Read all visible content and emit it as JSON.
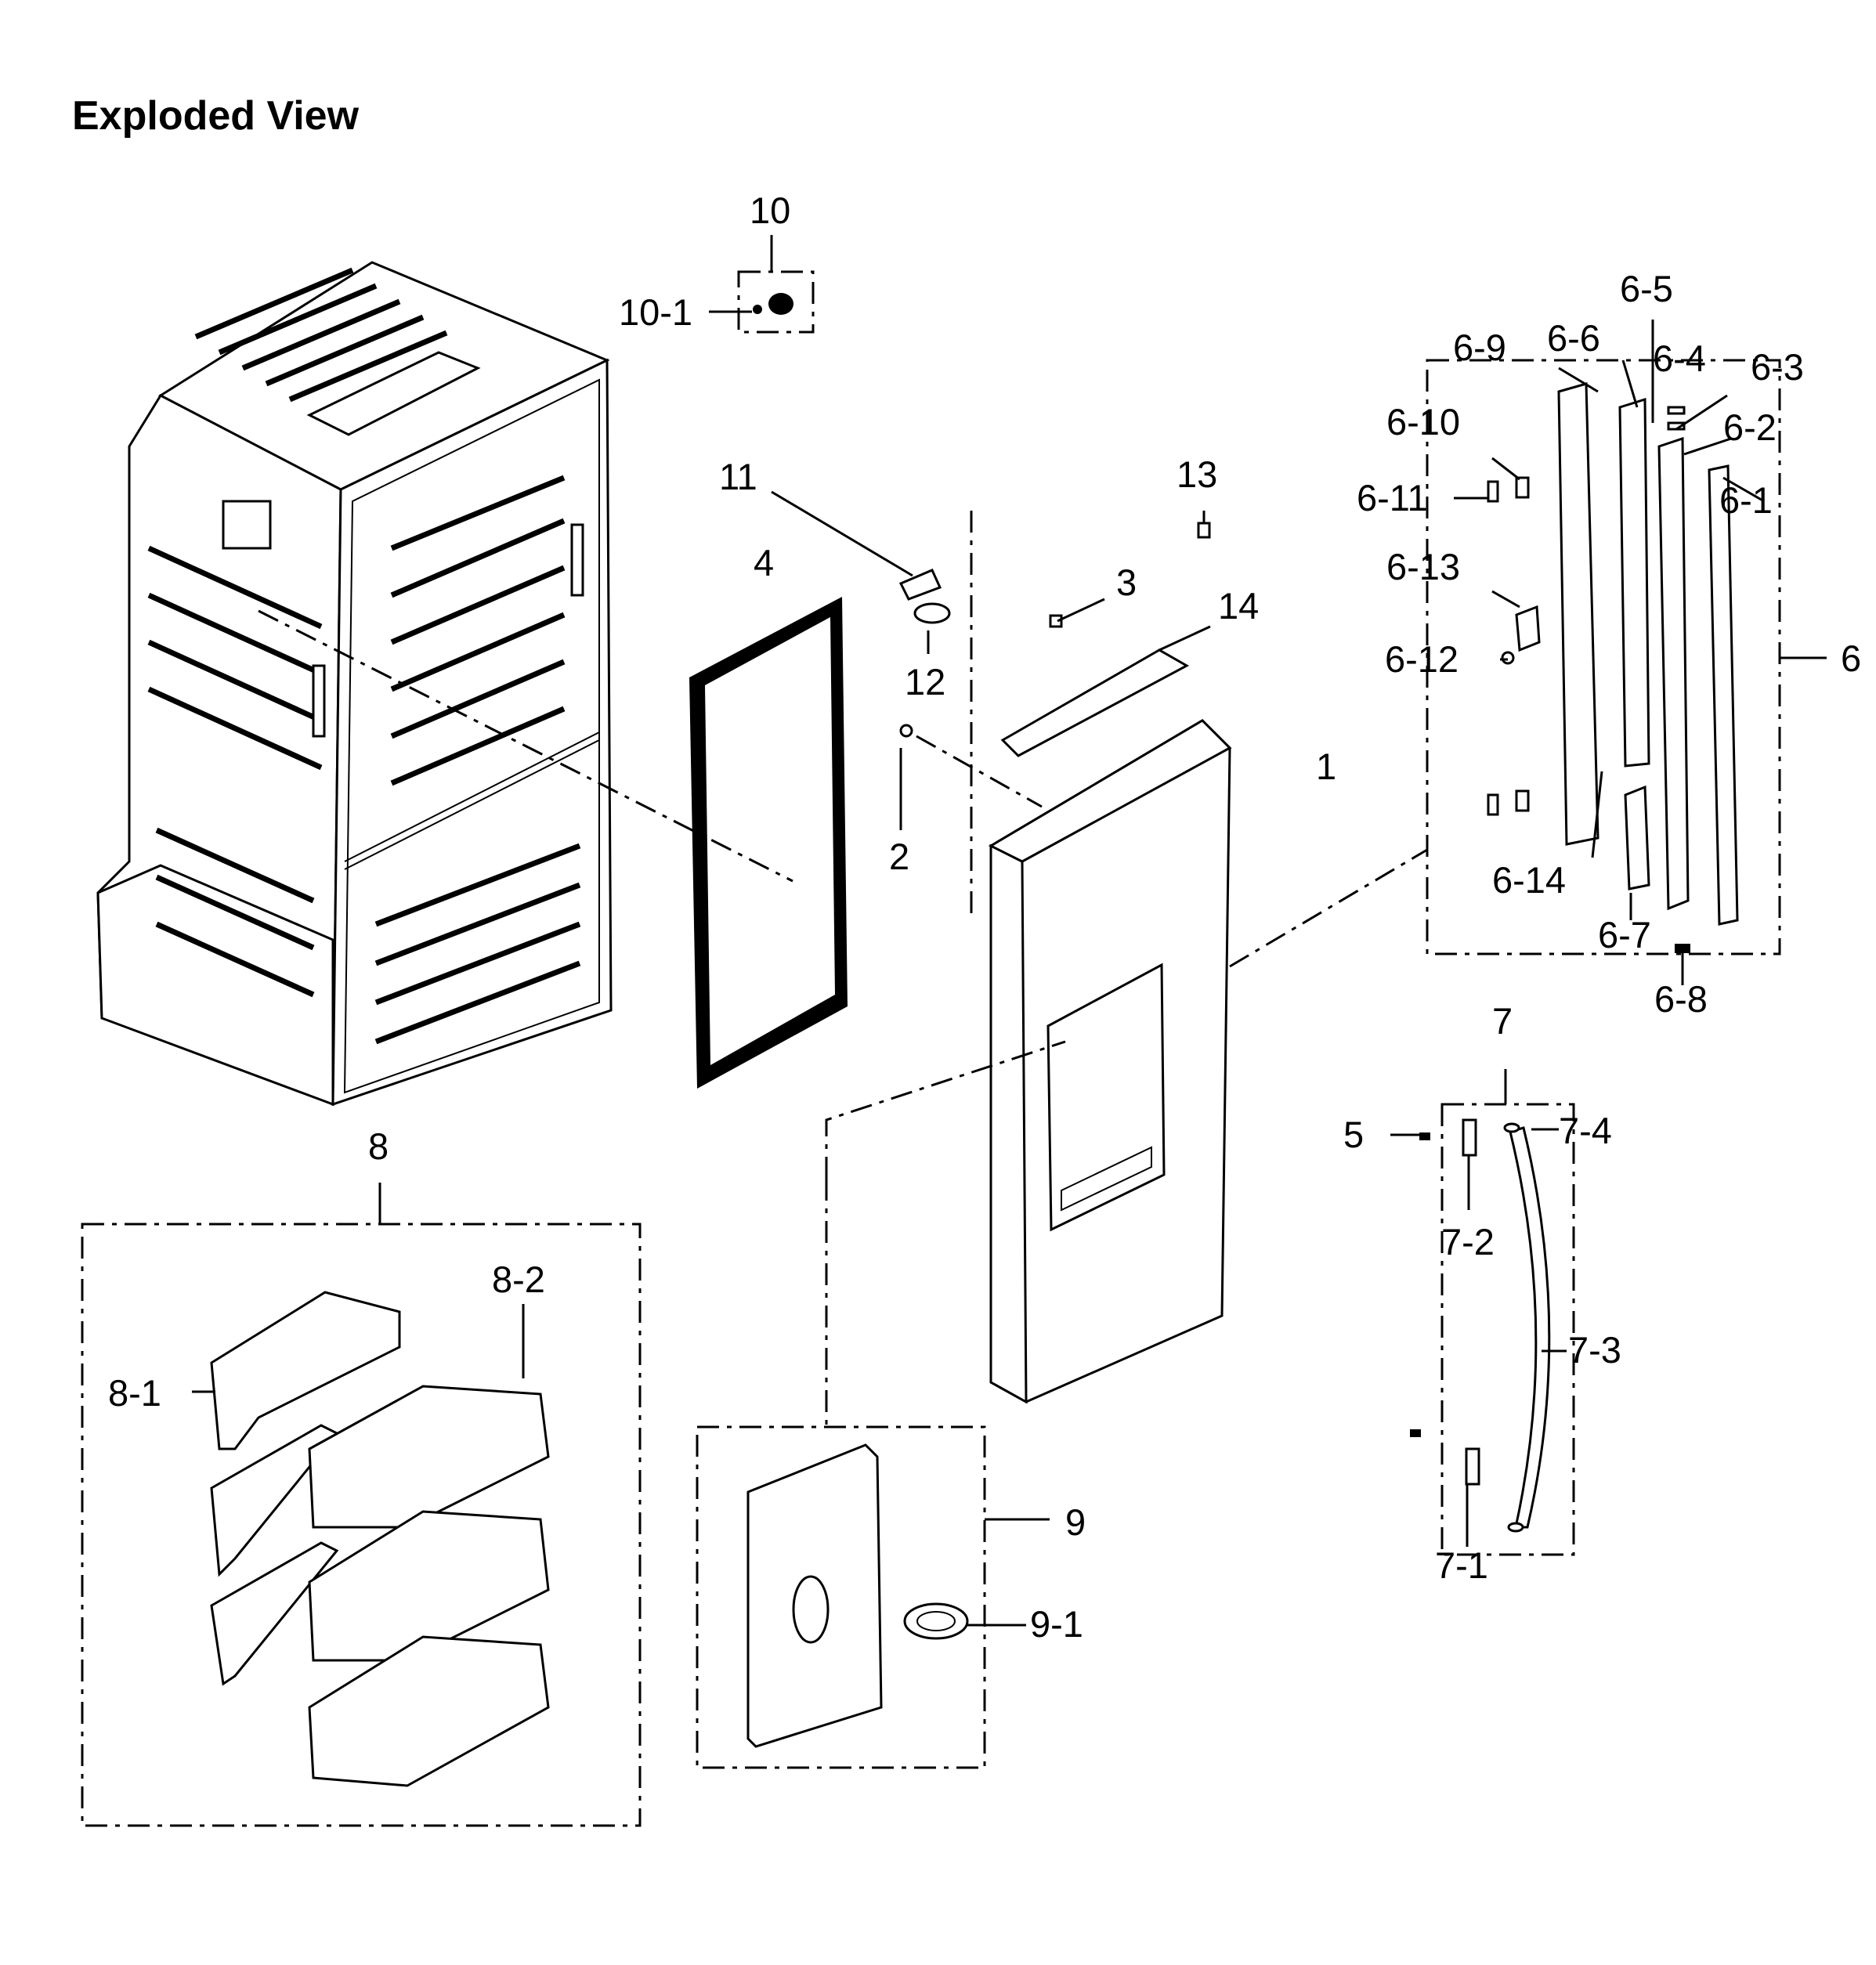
{
  "title": "Exploded View",
  "colors": {
    "ink": "#000000",
    "paper": "#ffffff"
  },
  "callouts": {
    "p1": "1",
    "p2": "2",
    "p3": "3",
    "p4": "4",
    "p5": "5",
    "p6": "6",
    "p6_1": "6-1",
    "p6_2": "6-2",
    "p6_3": "6-3",
    "p6_4": "6-4",
    "p6_5": "6-5",
    "p6_6": "6-6",
    "p6_7": "6-7",
    "p6_8": "6-8",
    "p6_9": "6-9",
    "p6_10": "6-10",
    "p6_11": "6-11",
    "p6_12": "6-12",
    "p6_13": "6-13",
    "p6_14": "6-14",
    "p7": "7",
    "p7_1": "7-1",
    "p7_2": "7-2",
    "p7_3": "7-3",
    "p7_4": "7-4",
    "p8": "8",
    "p8_1": "8-1",
    "p8_2": "8-2",
    "p9": "9",
    "p9_1": "9-1",
    "p10": "10",
    "p10_1": "10-1",
    "p11": "11",
    "p12": "12",
    "p13": "13",
    "p14": "14"
  }
}
